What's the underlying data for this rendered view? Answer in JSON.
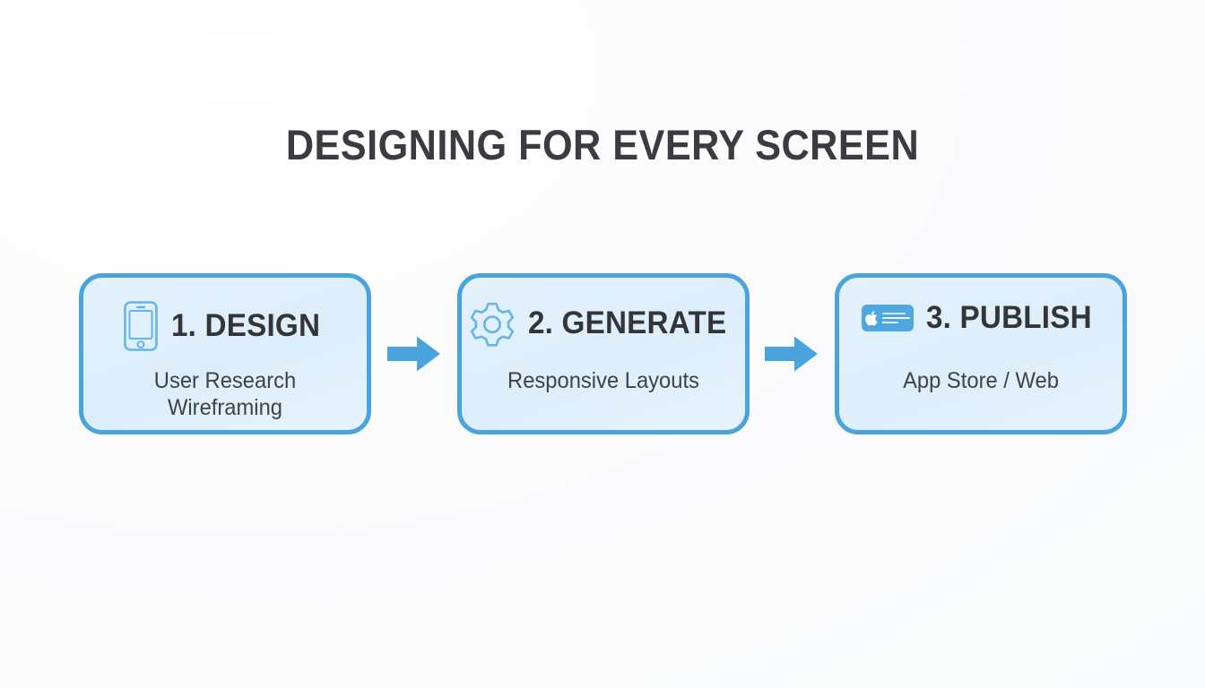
{
  "slide": {
    "title": "DESIGNING FOR EVERY SCREEN",
    "background_color": "#fcfcfc",
    "accent_color": "#4ba3de",
    "card_fill_color": "#ddeefb",
    "heading_color": "#333539"
  },
  "steps": [
    {
      "icon": "smartphone-icon",
      "title": "1. DESIGN",
      "lines": [
        "User Research",
        "Wireframing"
      ]
    },
    {
      "icon": "gear-icon",
      "title": "2. GENERATE",
      "lines": [
        "Responsive Layouts"
      ]
    },
    {
      "icon": "app-store-badge-icon",
      "title": "3. PUBLISH",
      "lines": [
        "App Store / Web"
      ]
    }
  ],
  "connectors": [
    {
      "icon": "arrow-right-icon"
    },
    {
      "icon": "arrow-right-icon"
    }
  ]
}
